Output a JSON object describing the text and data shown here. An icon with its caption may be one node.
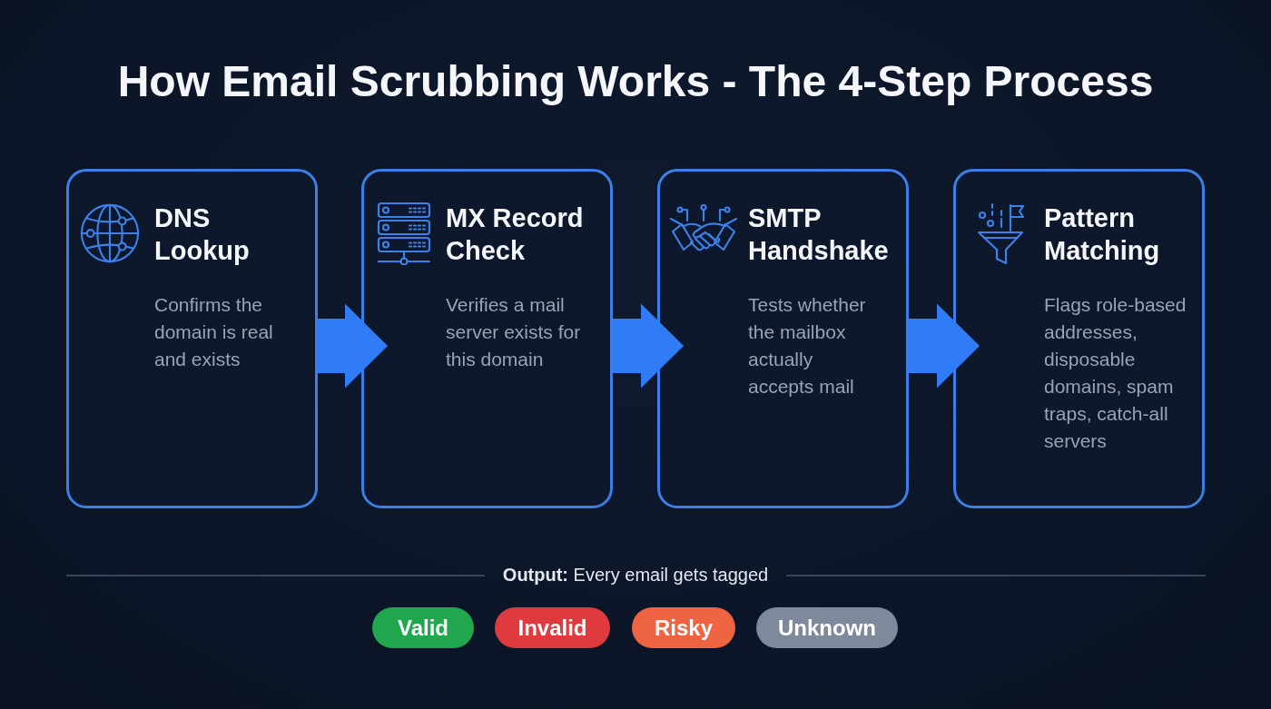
{
  "diagram": {
    "title": "How Email Scrubbing Works - The 4-Step Process",
    "nodes": [
      {
        "text": [
          "DNS Lookup",
          "Confirms the domain is real and exists"
        ]
      },
      {
        "text": [
          "MX Record Check",
          "Verifies a mail server exists for this domain"
        ]
      },
      {
        "text": [
          "SMTP Handshake",
          "Tests whether the mailbox actually accepts mail"
        ]
      },
      {
        "text": [
          "Pattern Matching",
          "Flags role-based addresses, disposable domains, spam traps, catch-all servers"
        ]
      },
      {
        "text": [
          "Valid"
        ]
      },
      {
        "text": [
          "Invalid"
        ]
      },
      {
        "text": [
          "Risky"
        ]
      },
      {
        "text": [
          "Unknown"
        ]
      }
    ],
    "edges": [
      {
        "from": 0,
        "to": 1,
        "arrow": "to"
      },
      {
        "from": 1,
        "to": 2,
        "arrow": "to"
      },
      {
        "from": 2,
        "to": 3,
        "arrow": "to"
      }
    ],
    "labels": [
      "**Output:** Every email gets tagged"
    ]
  }
}
